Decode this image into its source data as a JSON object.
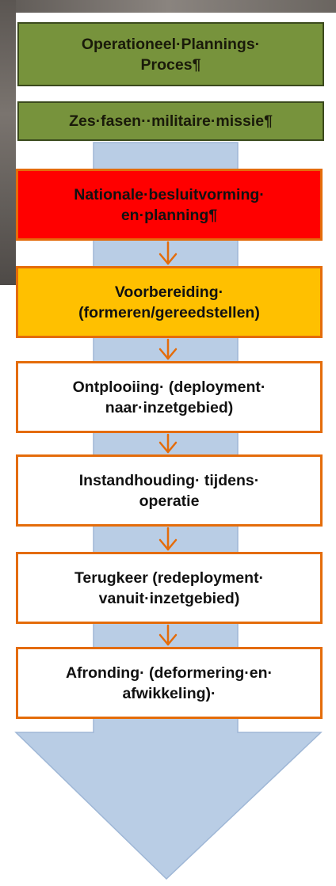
{
  "header": {
    "title": "Operationeel·Plannings·\nProces¶",
    "subtitle": "Zes·fasen··militaire·missie¶"
  },
  "phases": [
    {
      "label": "Nationale·besluitvorming·\nen·planning¶",
      "color": "#ff0000"
    },
    {
      "label": "Voorbereiding·\n(formeren/gereedstellen)",
      "color": "#ffc000"
    },
    {
      "label": "Ontplooiing· (deployment·\nnaar·inzetgebied)",
      "color": "#ffffff"
    },
    {
      "label": "Instandhouding· tijdens·\noperatie",
      "color": "#ffffff"
    },
    {
      "label": "Terugkeer (redeployment·\nvanuit·inzetgebied)",
      "color": "#ffffff"
    },
    {
      "label": "Afronding· (deformering·en·\nafwikkeling)·",
      "color": "#ffffff"
    }
  ],
  "colors": {
    "header_green": "#77933c",
    "phase_border": "#e46c0a",
    "big_arrow_fill": "#b9cde5",
    "connector": "#e46c0a"
  },
  "icons": {
    "connector": "chevron-down-icon",
    "flow": "big-down-arrow-icon"
  }
}
